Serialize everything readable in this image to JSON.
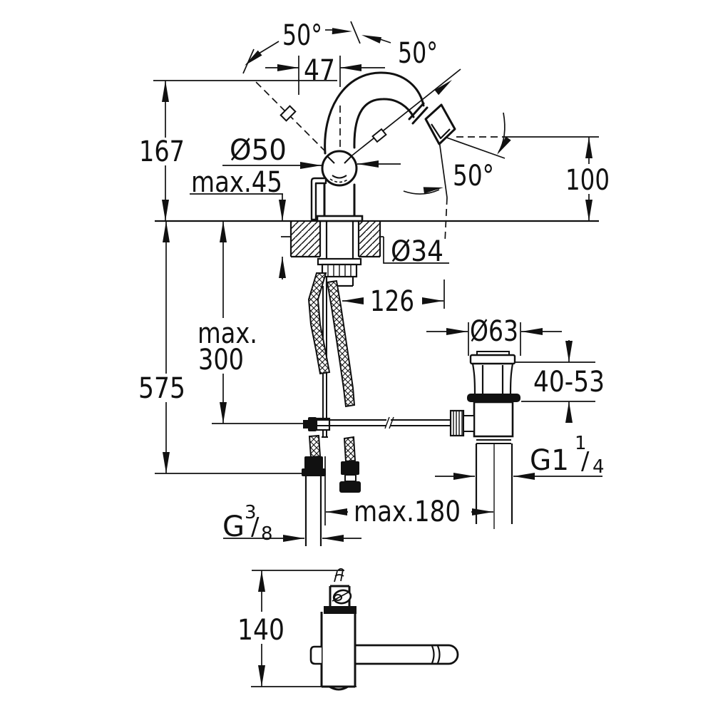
{
  "drawing": {
    "type": "technical-dimension-drawing",
    "colors": {
      "line": "#111111",
      "background": "#ffffff"
    },
    "labels": {
      "angle_swivel_left": "50°",
      "angle_swivel_right": "50°",
      "angle_aerator": "50°",
      "dim_spout_offset": "47",
      "dim_spout_height": "167",
      "dim_ball_diameter": "Ø50",
      "dim_deck_thickness": "max.45",
      "dim_spout_drop": "100",
      "dim_hole_diameter": "Ø34",
      "dim_spray_reach": "126",
      "dim_hose_max_word": "max.",
      "dim_hose_max_value": "300",
      "dim_total_height": "575",
      "dim_waste_flange": "Ø63",
      "dim_clamp_range": "40-53",
      "waste_thread": {
        "base": "G1",
        "numerator": "1",
        "slash": "/",
        "denominator": "4"
      },
      "dim_center_distance": "max.180",
      "supply_thread": {
        "base": "G",
        "numerator": "3",
        "slash": "/",
        "denominator": "8"
      },
      "dim_body_height": "140"
    }
  }
}
